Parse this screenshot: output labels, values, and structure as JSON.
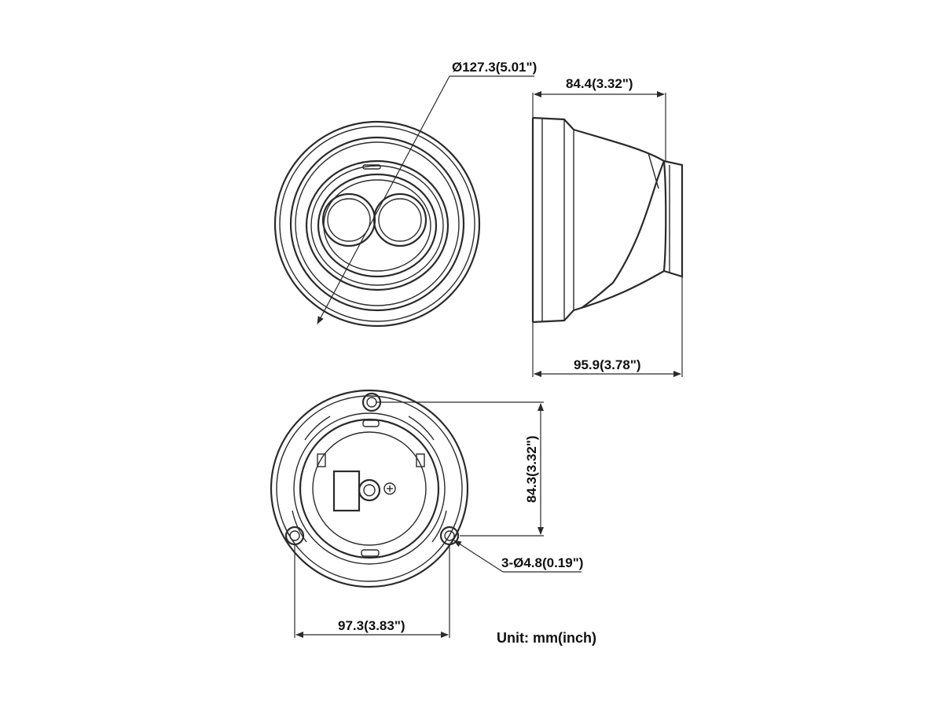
{
  "dimensions": {
    "front_diameter": "Ø127.3(5.01\")",
    "side_depth_top": "84.4(3.32\")",
    "side_depth_bottom": "95.9(3.78\")",
    "base_height": "84.3(3.32\")",
    "hole_spec": "3-Ø4.8(0.19\")",
    "base_width": "97.3(3.83\")"
  },
  "unit_note": "Unit: mm(inch)"
}
